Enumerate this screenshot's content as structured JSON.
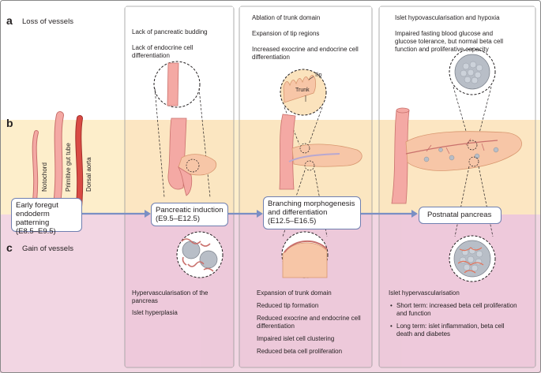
{
  "sections": {
    "a": {
      "letter": "a",
      "title": "Loss of vessels"
    },
    "b": {
      "letter": "b"
    },
    "c": {
      "letter": "c",
      "title": "Gain of vessels"
    }
  },
  "vessel_labels": {
    "notochord": "Notochord",
    "gut_tube": "Primitive gut tube",
    "aorta": "Dorsal aorta"
  },
  "stages": [
    {
      "line1": "Early foregut",
      "line2": "endoderm patterning",
      "line3": "(E8.5–E9.5)"
    },
    {
      "line1": "Pancreatic induction",
      "line2": "(E9.5–E12.5)"
    },
    {
      "line1": "Branching morphogenesis",
      "line2": "and differentiation",
      "line3": "(E12.5–E16.5)"
    },
    {
      "line1": "Postnatal pancreas"
    }
  ],
  "loss": {
    "col2": [
      "Lack of pancreatic budding",
      "Lack of endocrine cell",
      "differentiation"
    ],
    "col3": [
      "Ablation of trunk domain",
      "Expansion of tip regions",
      "Increased exocrine and endocrine cell",
      "differentiation"
    ],
    "col4": [
      "Islet hypovascularisation and hypoxia",
      "Impaired fasting blood glucose and",
      "glucose tolerance, but normal beta cell",
      "function and proliferative capacity"
    ]
  },
  "inset_labels": {
    "tip": "Tip",
    "trunk": "Trunk"
  },
  "gain": {
    "col2": [
      "Hypervascularisation of the",
      "pancreas",
      "Islet hyperplasia"
    ],
    "col3": [
      "Expansion of trunk domain",
      "Reduced tip formation",
      "Reduced exocrine and endocrine cell",
      "differentiation",
      "Impaired islet cell clustering",
      "Reduced beta cell proliferation"
    ],
    "col4": {
      "heading": "Islet hypervascularisation",
      "bullet_marker": "•",
      "short_term": [
        "Short term: increased beta cell proliferation",
        "and function"
      ],
      "long_term": [
        "Long term: islet inflammation, beta cell",
        "death and diabetes"
      ]
    }
  },
  "colors": {
    "band_b": "#fdeecb",
    "band_c": "#f2d6e3",
    "vessel": "#f4a9a4",
    "vessel_edge": "#c9706c",
    "aorta": "#d94b44",
    "pancreas": "#f7c6a7",
    "islet": "#b8bec7",
    "arrow": "#7b8fc4",
    "box_border": "#6f7fb0"
  }
}
